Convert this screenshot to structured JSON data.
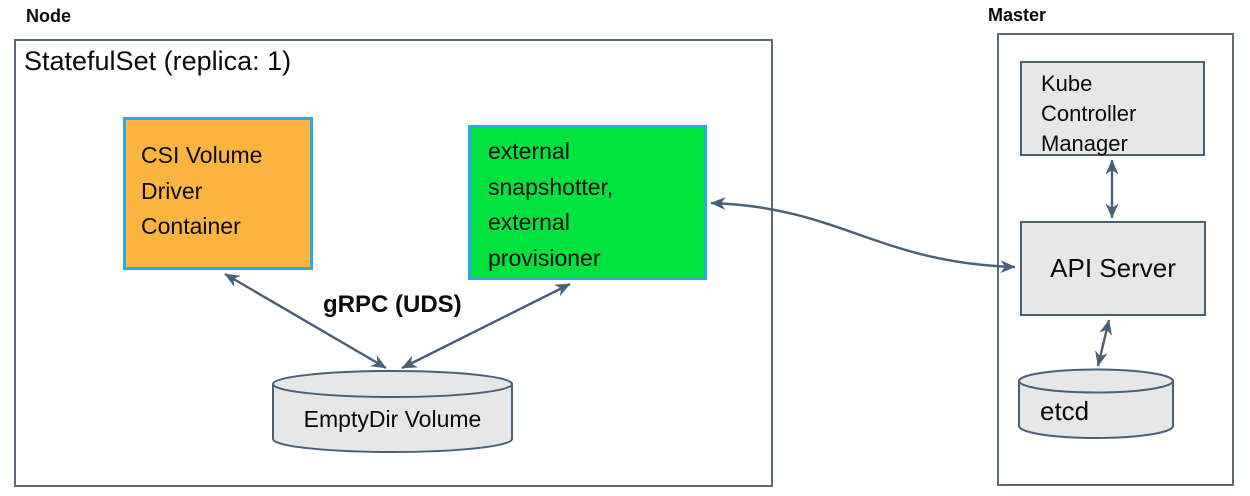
{
  "node": {
    "label": "Node",
    "statefulset": "StatefulSet (replica: 1)",
    "csi_container": "CSI Volume Driver Container",
    "sidecars": "external snapshotter, external provisioner",
    "grpc": "gRPC (UDS)",
    "emptydir": "EmptyDir Volume"
  },
  "master": {
    "label": "Master",
    "kcm": "Kube Controller Manager",
    "api_server": "API Server",
    "etcd": "etcd"
  },
  "colors": {
    "csi_fill": "#FBB43F",
    "sidecar_fill": "#00E23F",
    "container_border": "#2BAAE2",
    "component_fill": "#E7E7E7",
    "line": "#4A6076",
    "frame": "#5A6A7A"
  }
}
